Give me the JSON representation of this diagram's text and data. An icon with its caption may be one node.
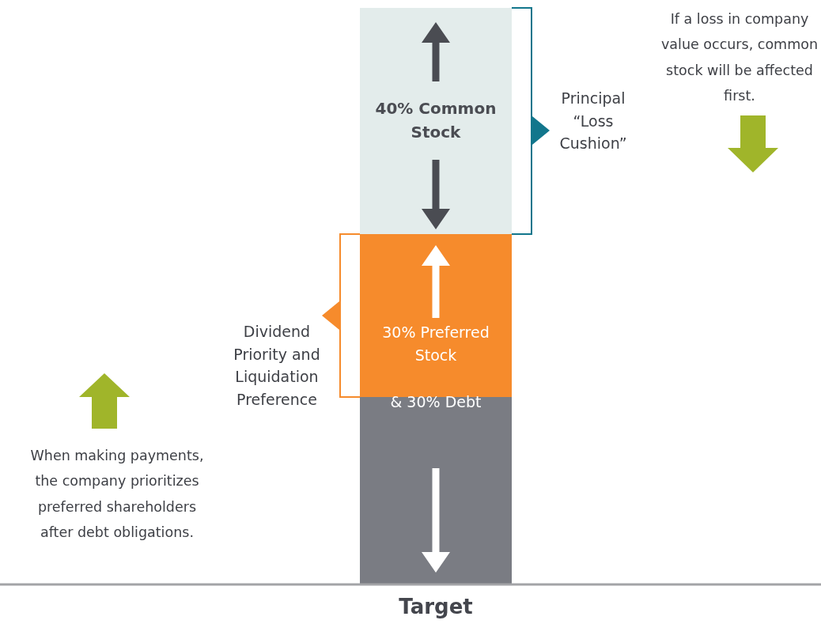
{
  "diagram": {
    "caption": "Target",
    "nodes": [
      {
        "text": [
          "40% Common Stock"
        ]
      },
      {
        "text": [
          "30% Preferred Stock"
        ]
      },
      {
        "text": [
          "& 30% Debt"
        ]
      },
      {
        "text": [
          "Principal “Loss Cushion”"
        ]
      },
      {
        "text": [
          "Dividend Priority and Liquidation Preference"
        ]
      },
      {
        "text": [
          "If a loss in company value occurs, common stock will be affected first."
        ]
      },
      {
        "text": [
          "When making payments, the company prioritizes preferred shareholders after debt obligations."
        ]
      }
    ],
    "edges": [
      {
        "from": 0,
        "to": 3,
        "arrow": "to",
        "color": "#12768c"
      },
      {
        "from": 1,
        "to": 4,
        "arrow": "to",
        "color": "#f68b2c"
      }
    ]
  }
}
